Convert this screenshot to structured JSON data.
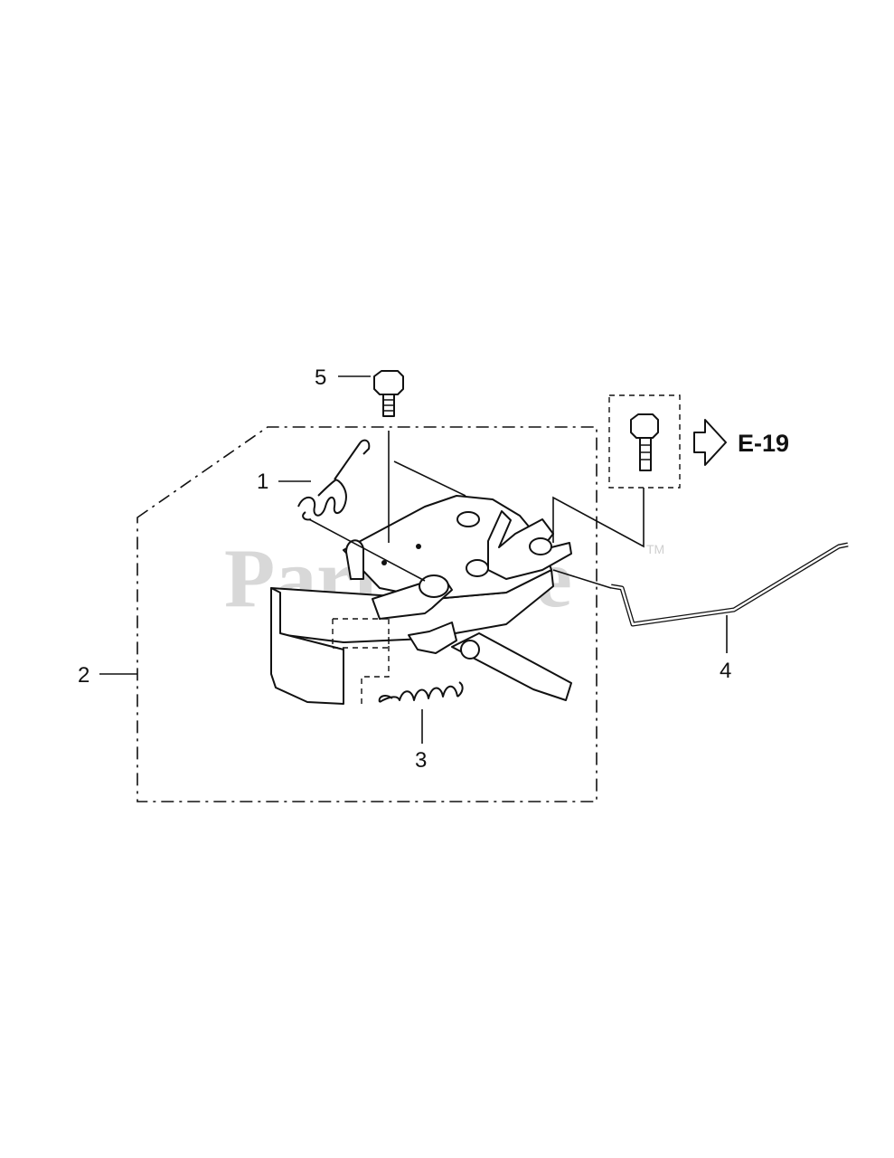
{
  "callouts": {
    "c1": "1",
    "c2": "2",
    "c3": "3",
    "c4": "4",
    "c5": "5"
  },
  "reference": {
    "label": "E-19"
  },
  "watermark": {
    "text": "PartsTree",
    "tm": "TM"
  }
}
